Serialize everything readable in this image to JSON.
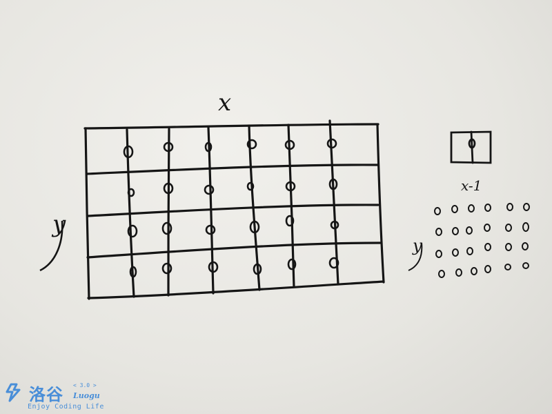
{
  "main_grid": {
    "label_top": "x",
    "label_left": "y",
    "rows": 4,
    "columns": 7,
    "dot_columns": 6
  },
  "small_grid": {
    "cell_label": "x-1",
    "label_left": "y",
    "rows": 4,
    "columns": 6
  },
  "watermark": {
    "name": "洛谷",
    "version": "< 3.0 >",
    "latin_name": "Luogu",
    "slogan": "Enjoy Coding Life",
    "color": "#2f80d8"
  },
  "colors": {
    "ink": "#151515",
    "paper": "#eceae6"
  }
}
